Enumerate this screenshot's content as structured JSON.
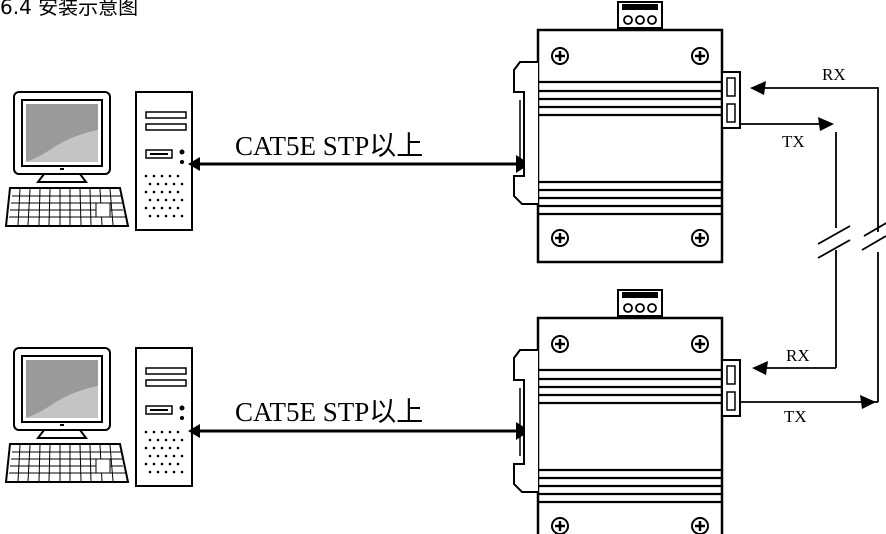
{
  "title": "6.4 安装示意图",
  "links": [
    {
      "cable_label": "CAT5E STP以上"
    },
    {
      "cable_label": "CAT5E STP以上"
    }
  ],
  "converters": [
    {
      "port_rx": "RX",
      "port_tx": "TX"
    },
    {
      "port_rx": "RX",
      "port_tx": "TX"
    }
  ],
  "icons": [
    "desktop-computer-icon",
    "media-converter-icon",
    "din-rail-clip-icon",
    "terminal-block-icon",
    "screw-icon"
  ],
  "colors": {
    "line": "#000000",
    "screen": "#9a9a9a",
    "background": "#ffffff"
  }
}
